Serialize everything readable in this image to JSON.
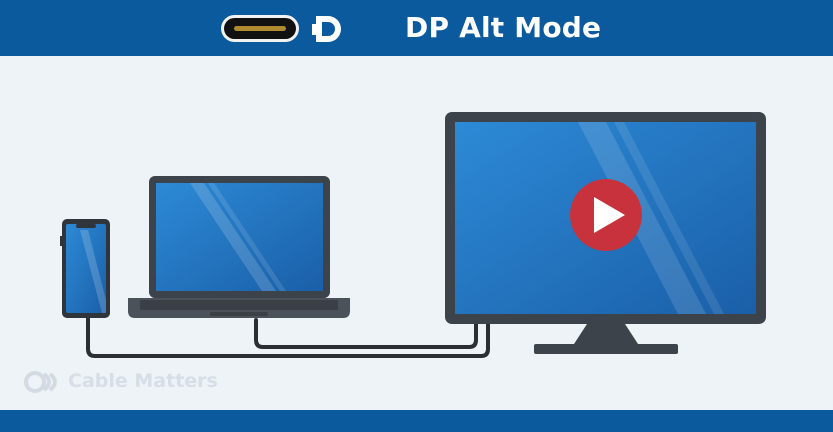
{
  "header": {
    "title": "DP Alt Mode",
    "left_icon": "usb-c-connector-icon",
    "right_icon": "displayport-logo-icon"
  },
  "watermark": {
    "brand": "Cable Matters",
    "icon": "cable-matters-logo-icon"
  },
  "devices": [
    "smartphone",
    "laptop",
    "monitor"
  ],
  "colors": {
    "banner_blue": "#0b5a9e",
    "background": "#eef3f8",
    "screen_blue": "#1b63ad",
    "bezel": "#3d434a",
    "play_red": "#c8323c",
    "cable": "#2b2f33"
  }
}
